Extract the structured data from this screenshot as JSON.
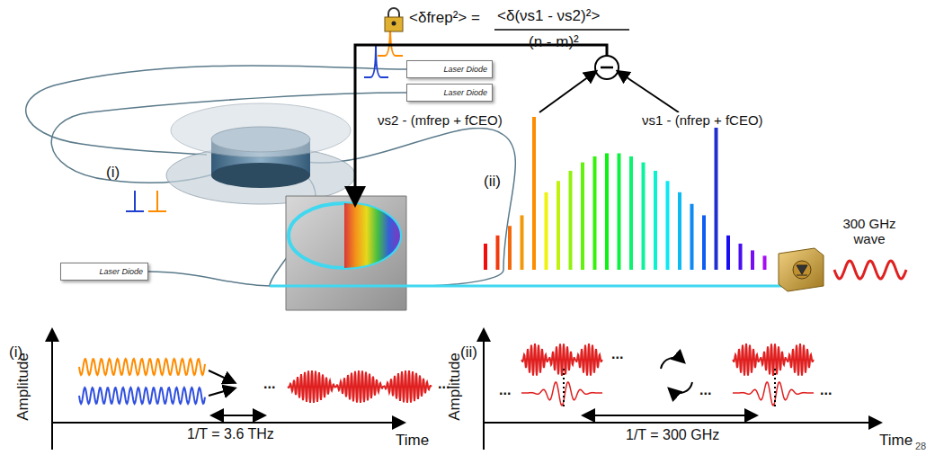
{
  "diagram": {
    "nodes": [
      {
        "text": [
          "Laser Diode"
        ]
      },
      {
        "text": [
          "Laser Diode"
        ]
      },
      {
        "text": [
          "Laser Diode"
        ]
      }
    ],
    "labels": [
      "<δfrep²> =",
      "<δ(νs1 - νs2)²>",
      "(n - m)²",
      "νs2 - (mfrep + fCEO)",
      "νs1 - (nfrep + fCEO)",
      "(i)",
      "(ii)",
      "300 GHz wave",
      "(i)",
      "Amplitude",
      "1/T = 3.6 THz",
      "Time",
      "(ii)",
      "Amplitude",
      "1/T = 300 GHz",
      "Time",
      "28",
      "...",
      "...",
      "...",
      "...",
      "...",
      "..."
    ]
  }
}
